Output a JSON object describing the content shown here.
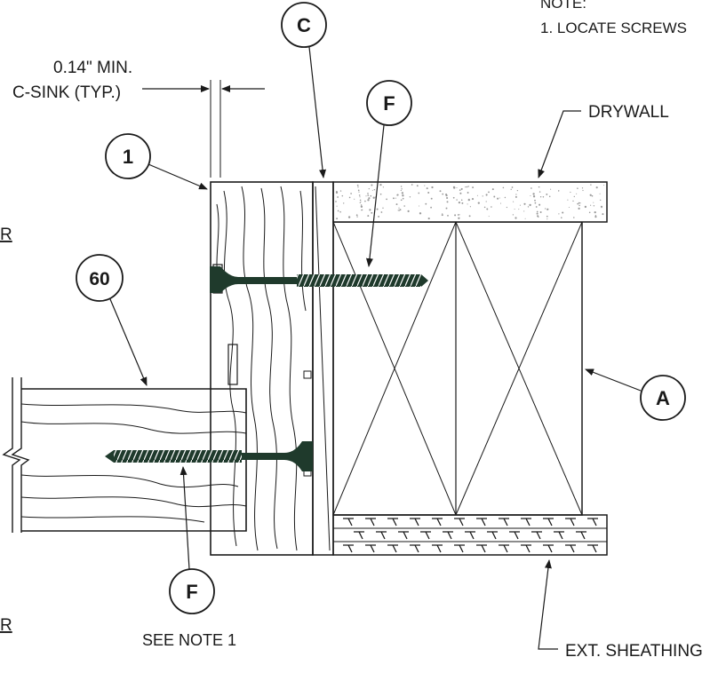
{
  "note": {
    "heading": "NOTE:",
    "item_1": "1. LOCATE SCREWS"
  },
  "labels": {
    "csink_line1": "0.14\" MIN.",
    "csink_line2": "C-SINK (TYP.)",
    "drywall": "DRYWALL",
    "ext_sheathing": "EXT. SHEATHING",
    "see_note": "SEE NOTE 1",
    "edge_mark_top": "R",
    "edge_mark_bottom": "R"
  },
  "callouts": {
    "c": "C",
    "f_top": "F",
    "one": "1",
    "sixty": "60",
    "a": "A",
    "f_bottom": "F"
  },
  "colors": {
    "ink": "#1a1a1a",
    "screw": "#1f3a2c",
    "drywall_speckle": "#9a9a9a"
  }
}
